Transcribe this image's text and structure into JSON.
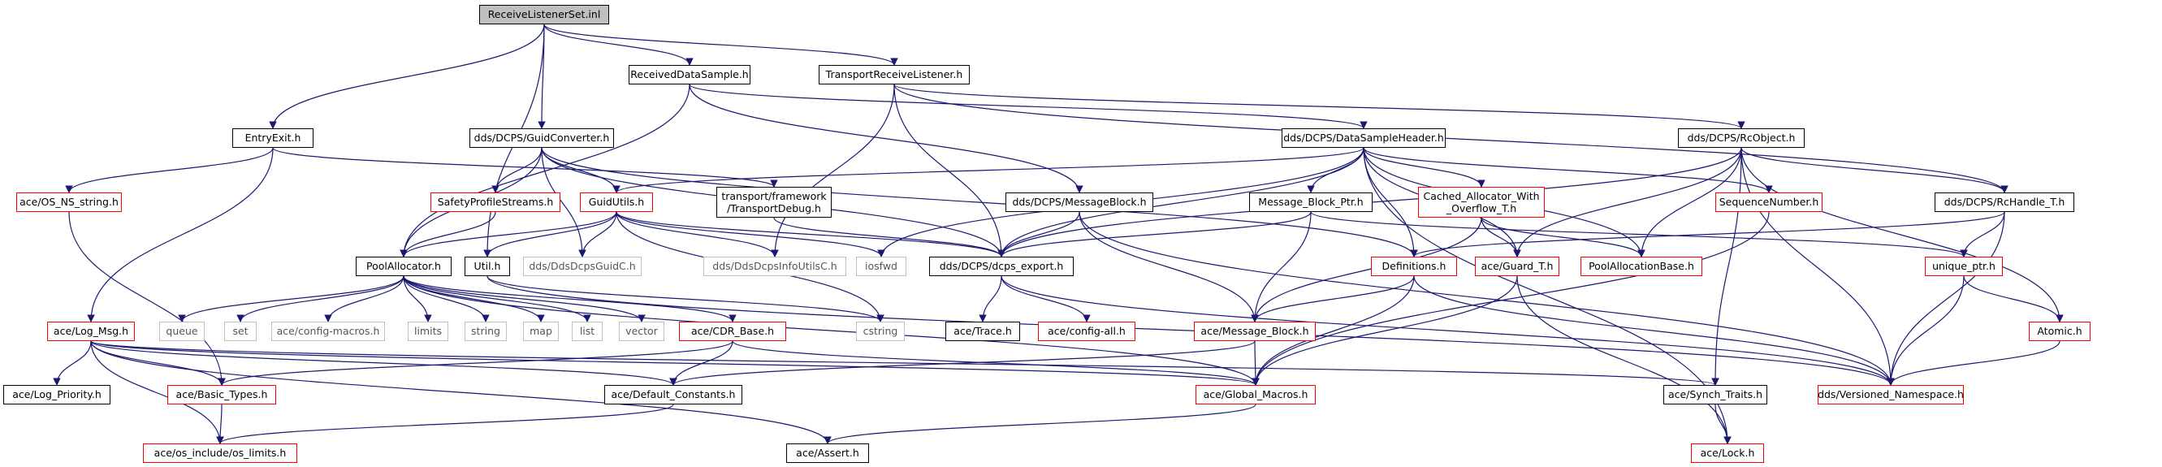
{
  "title": "ReceiveListenerSet.inl",
  "colors": {
    "edge": "#191970",
    "link_border": "#000000",
    "incomplete_border": "#ff0000",
    "external_border": "#c0c0c0",
    "root_fill": "#bfbfbf"
  },
  "nodes": {
    "root": {
      "lines": [
        "ReceiveListenerSet.inl"
      ],
      "kind": "root"
    },
    "received_data_sample": {
      "lines": [
        "ReceivedDataSample.h"
      ],
      "kind": "link"
    },
    "transport_receive_listener": {
      "lines": [
        "TransportReceiveListener.h"
      ],
      "kind": "link"
    },
    "entry_exit": {
      "lines": [
        "EntryExit.h"
      ],
      "kind": "link"
    },
    "guid_converter": {
      "lines": [
        "dds/DCPS/GuidConverter.h"
      ],
      "kind": "link"
    },
    "data_sample_header": {
      "lines": [
        "dds/DCPS/DataSampleHeader.h"
      ],
      "kind": "link"
    },
    "rc_object": {
      "lines": [
        "dds/DCPS/RcObject.h"
      ],
      "kind": "link"
    },
    "os_ns_string": {
      "lines": [
        "ace/OS_NS_string.h"
      ],
      "kind": "incomplete"
    },
    "safety_profile_streams": {
      "lines": [
        "SafetyProfileStreams.h"
      ],
      "kind": "incomplete"
    },
    "guid_utils": {
      "lines": [
        "GuidUtils.h"
      ],
      "kind": "incomplete"
    },
    "transport_debug": {
      "lines": [
        "transport/framework",
        "/TransportDebug.h"
      ],
      "kind": "link"
    },
    "message_block_dcps": {
      "lines": [
        "dds/DCPS/MessageBlock.h"
      ],
      "kind": "link"
    },
    "message_block_ptr": {
      "lines": [
        "Message_Block_Ptr.h"
      ],
      "kind": "link"
    },
    "cached_allocator": {
      "lines": [
        "Cached_Allocator_With",
        "_Overflow_T.h"
      ],
      "kind": "incomplete"
    },
    "sequence_number": {
      "lines": [
        "SequenceNumber.h"
      ],
      "kind": "incomplete"
    },
    "rc_handle": {
      "lines": [
        "dds/DCPS/RcHandle_T.h"
      ],
      "kind": "link"
    },
    "pool_allocator": {
      "lines": [
        "PoolAllocator.h"
      ],
      "kind": "link"
    },
    "util": {
      "lines": [
        "Util.h"
      ],
      "kind": "link"
    },
    "dds_dcps_guid_c": {
      "lines": [
        "dds/DdsDcpsGuidC.h"
      ],
      "kind": "external"
    },
    "dds_dcps_info_utils_c": {
      "lines": [
        "dds/DdsDcpsInfoUtilsC.h"
      ],
      "kind": "external"
    },
    "iosfwd": {
      "lines": [
        "iosfwd"
      ],
      "kind": "external"
    },
    "dcps_export": {
      "lines": [
        "dds/DCPS/dcps_export.h"
      ],
      "kind": "link"
    },
    "definitions": {
      "lines": [
        "Definitions.h"
      ],
      "kind": "incomplete"
    },
    "guard_t": {
      "lines": [
        "ace/Guard_T.h"
      ],
      "kind": "incomplete"
    },
    "pool_allocation_base": {
      "lines": [
        "PoolAllocationBase.h"
      ],
      "kind": "incomplete"
    },
    "unique_ptr": {
      "lines": [
        "unique_ptr.h"
      ],
      "kind": "incomplete"
    },
    "queue": {
      "lines": [
        "queue"
      ],
      "kind": "external"
    },
    "set": {
      "lines": [
        "set"
      ],
      "kind": "external"
    },
    "config_macros": {
      "lines": [
        "ace/config-macros.h"
      ],
      "kind": "external"
    },
    "limits": {
      "lines": [
        "limits"
      ],
      "kind": "external"
    },
    "string": {
      "lines": [
        "string"
      ],
      "kind": "external"
    },
    "map": {
      "lines": [
        "map"
      ],
      "kind": "external"
    },
    "list": {
      "lines": [
        "list"
      ],
      "kind": "external"
    },
    "vector": {
      "lines": [
        "vector"
      ],
      "kind": "external"
    },
    "cdr_base": {
      "lines": [
        "ace/CDR_Base.h"
      ],
      "kind": "incomplete"
    },
    "cstring": {
      "lines": [
        "cstring"
      ],
      "kind": "external"
    },
    "ace_trace": {
      "lines": [
        "ace/Trace.h"
      ],
      "kind": "link"
    },
    "config_all": {
      "lines": [
        "ace/config-all.h"
      ],
      "kind": "incomplete"
    },
    "ace_message_block": {
      "lines": [
        "ace/Message_Block.h"
      ],
      "kind": "incomplete"
    },
    "atomic": {
      "lines": [
        "Atomic.h"
      ],
      "kind": "incomplete"
    },
    "log_msg": {
      "lines": [
        "ace/Log_Msg.h"
      ],
      "kind": "incomplete"
    },
    "log_priority": {
      "lines": [
        "ace/Log_Priority.h"
      ],
      "kind": "link"
    },
    "basic_types": {
      "lines": [
        "ace/Basic_Types.h"
      ],
      "kind": "incomplete"
    },
    "default_constants": {
      "lines": [
        "ace/Default_Constants.h"
      ],
      "kind": "link"
    },
    "global_macros": {
      "lines": [
        "ace/Global_Macros.h"
      ],
      "kind": "incomplete"
    },
    "synch_traits": {
      "lines": [
        "ace/Synch_Traits.h"
      ],
      "kind": "link"
    },
    "versioned_namespace": {
      "lines": [
        "dds/Versioned_Namespace.h"
      ],
      "kind": "incomplete"
    },
    "os_limits": {
      "lines": [
        "ace/os_include/os_limits.h"
      ],
      "kind": "incomplete"
    },
    "ace_assert": {
      "lines": [
        "ace/Assert.h"
      ],
      "kind": "link"
    },
    "ace_lock": {
      "lines": [
        "ace/Lock.h"
      ],
      "kind": "incomplete"
    }
  },
  "edges": [
    [
      "root",
      "entry_exit"
    ],
    [
      "root",
      "guid_converter"
    ],
    [
      "root",
      "received_data_sample"
    ],
    [
      "root",
      "transport_receive_listener"
    ],
    [
      "root",
      "util"
    ],
    [
      "received_data_sample",
      "pool_allocator"
    ],
    [
      "received_data_sample",
      "data_sample_header"
    ],
    [
      "received_data_sample",
      "message_block_dcps"
    ],
    [
      "transport_receive_listener",
      "rc_object"
    ],
    [
      "transport_receive_listener",
      "rc_handle"
    ],
    [
      "transport_receive_listener",
      "dcps_export"
    ],
    [
      "transport_receive_listener",
      "dds_dcps_info_utils_c"
    ],
    [
      "entry_exit",
      "os_ns_string"
    ],
    [
      "entry_exit",
      "log_msg"
    ],
    [
      "entry_exit",
      "transport_debug"
    ],
    [
      "guid_converter",
      "safety_profile_streams"
    ],
    [
      "guid_converter",
      "guid_utils"
    ],
    [
      "guid_converter",
      "dcps_export"
    ],
    [
      "guid_converter",
      "definitions"
    ],
    [
      "guid_converter",
      "dds_dcps_guid_c"
    ],
    [
      "guid_converter",
      "pool_allocator"
    ],
    [
      "data_sample_header",
      "guid_utils"
    ],
    [
      "data_sample_header",
      "message_block_ptr"
    ],
    [
      "data_sample_header",
      "cached_allocator"
    ],
    [
      "data_sample_header",
      "sequence_number"
    ],
    [
      "data_sample_header",
      "definitions"
    ],
    [
      "data_sample_header",
      "guard_t"
    ],
    [
      "data_sample_header",
      "pool_allocation_base"
    ],
    [
      "data_sample_header",
      "dcps_export"
    ],
    [
      "data_sample_header",
      "iosfwd"
    ],
    [
      "data_sample_header",
      "ace_lock"
    ],
    [
      "rc_object",
      "rc_handle"
    ],
    [
      "rc_object",
      "guard_t"
    ],
    [
      "rc_object",
      "pool_allocation_base"
    ],
    [
      "rc_object",
      "dcps_export"
    ],
    [
      "rc_object",
      "atomic"
    ],
    [
      "rc_object",
      "synch_traits"
    ],
    [
      "rc_object",
      "versioned_namespace"
    ],
    [
      "os_ns_string",
      "basic_types"
    ],
    [
      "safety_profile_streams",
      "pool_allocator"
    ],
    [
      "guid_utils",
      "pool_allocator"
    ],
    [
      "guid_utils",
      "util"
    ],
    [
      "guid_utils",
      "dds_dcps_guid_c"
    ],
    [
      "guid_utils",
      "dds_dcps_info_utils_c"
    ],
    [
      "guid_utils",
      "iosfwd"
    ],
    [
      "guid_utils",
      "dcps_export"
    ],
    [
      "guid_utils",
      "cstring"
    ],
    [
      "transport_debug",
      "dcps_export"
    ],
    [
      "message_block_dcps",
      "dcps_export"
    ],
    [
      "message_block_dcps",
      "ace_message_block"
    ],
    [
      "message_block_dcps",
      "versioned_namespace"
    ],
    [
      "message_block_ptr",
      "dcps_export"
    ],
    [
      "message_block_ptr",
      "unique_ptr"
    ],
    [
      "message_block_ptr",
      "ace_message_block"
    ],
    [
      "cached_allocator",
      "ace_message_block"
    ],
    [
      "cached_allocator",
      "guard_t"
    ],
    [
      "cached_allocator",
      "pool_allocation_base"
    ],
    [
      "sequence_number",
      "global_macros"
    ],
    [
      "rc_handle",
      "definitions"
    ],
    [
      "rc_handle",
      "unique_ptr"
    ],
    [
      "rc_handle",
      "versioned_namespace"
    ],
    [
      "pool_allocator",
      "queue"
    ],
    [
      "pool_allocator",
      "set"
    ],
    [
      "pool_allocator",
      "config_macros"
    ],
    [
      "pool_allocator",
      "limits"
    ],
    [
      "pool_allocator",
      "string"
    ],
    [
      "pool_allocator",
      "map"
    ],
    [
      "pool_allocator",
      "list"
    ],
    [
      "pool_allocator",
      "vector"
    ],
    [
      "pool_allocator",
      "cdr_base"
    ],
    [
      "pool_allocator",
      "global_macros"
    ],
    [
      "util",
      "cstring"
    ],
    [
      "util",
      "versioned_namespace"
    ],
    [
      "dcps_export",
      "ace_trace"
    ],
    [
      "dcps_export",
      "config_all"
    ],
    [
      "dcps_export",
      "versioned_namespace"
    ],
    [
      "definitions",
      "ace_message_block"
    ],
    [
      "definitions",
      "global_macros"
    ],
    [
      "definitions",
      "versioned_namespace"
    ],
    [
      "guard_t",
      "global_macros"
    ],
    [
      "guard_t",
      "ace_lock"
    ],
    [
      "unique_ptr",
      "atomic"
    ],
    [
      "unique_ptr",
      "versioned_namespace"
    ],
    [
      "cdr_base",
      "basic_types"
    ],
    [
      "cdr_base",
      "default_constants"
    ],
    [
      "cdr_base",
      "global_macros"
    ],
    [
      "ace_message_block",
      "global_macros"
    ],
    [
      "ace_message_block",
      "default_constants"
    ],
    [
      "atomic",
      "versioned_namespace"
    ],
    [
      "log_msg",
      "log_priority"
    ],
    [
      "log_msg",
      "basic_types"
    ],
    [
      "log_msg",
      "os_limits"
    ],
    [
      "log_msg",
      "default_constants"
    ],
    [
      "log_msg",
      "ace_assert"
    ],
    [
      "log_msg",
      "synch_traits"
    ],
    [
      "log_msg",
      "global_macros"
    ],
    [
      "basic_types",
      "os_limits"
    ],
    [
      "default_constants",
      "os_limits"
    ],
    [
      "global_macros",
      "ace_assert"
    ],
    [
      "synch_traits",
      "ace_lock"
    ]
  ]
}
